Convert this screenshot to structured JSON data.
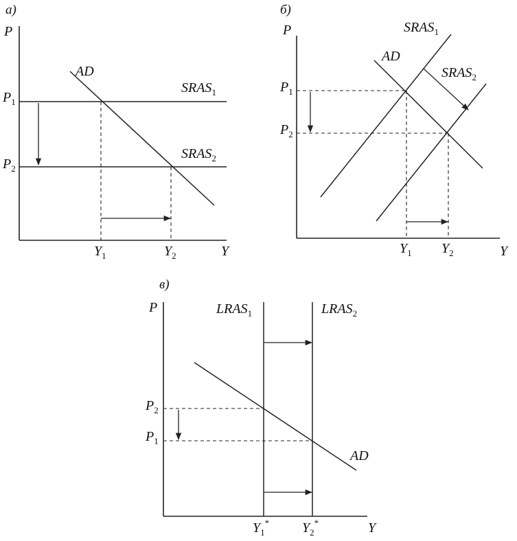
{
  "panels": [
    {
      "letter": "а)",
      "y_axis": "P",
      "x_axis": "Y",
      "curves": {
        "ad": "AD",
        "sras1_base": "SRAS",
        "sras1_sub": "1",
        "sras2_base": "SRAS",
        "sras2_sub": "2"
      },
      "y_ticks": [
        {
          "base": "P",
          "sub": "1"
        },
        {
          "base": "P",
          "sub": "2"
        }
      ],
      "x_ticks": [
        {
          "base": "Y",
          "sub": "1"
        },
        {
          "base": "Y",
          "sub": "2"
        }
      ]
    },
    {
      "letter": "б)",
      "y_axis": "P",
      "x_axis": "Y",
      "curves": {
        "ad": "AD",
        "sras1_base": "SRAS",
        "sras1_sub": "1",
        "sras2_base": "SRAS",
        "sras2_sub": "2"
      },
      "y_ticks": [
        {
          "base": "P",
          "sub": "1"
        },
        {
          "base": "P",
          "sub": "2"
        }
      ],
      "x_ticks": [
        {
          "base": "Y",
          "sub": "1"
        },
        {
          "base": "Y",
          "sub": "2"
        }
      ]
    },
    {
      "letter": "в)",
      "y_axis": "P",
      "x_axis": "Y",
      "curves": {
        "ad": "AD",
        "lras1_base": "LRAS",
        "lras1_sub": "1",
        "lras2_base": "LRAS",
        "lras2_sub": "2"
      },
      "y_ticks": [
        {
          "base": "P",
          "sub": "2"
        },
        {
          "base": "P",
          "sub": "1"
        }
      ],
      "x_ticks": [
        {
          "base": "Y",
          "sub": "1",
          "sup": "*"
        },
        {
          "base": "Y",
          "sub": "2",
          "sup": "*"
        }
      ]
    }
  ]
}
